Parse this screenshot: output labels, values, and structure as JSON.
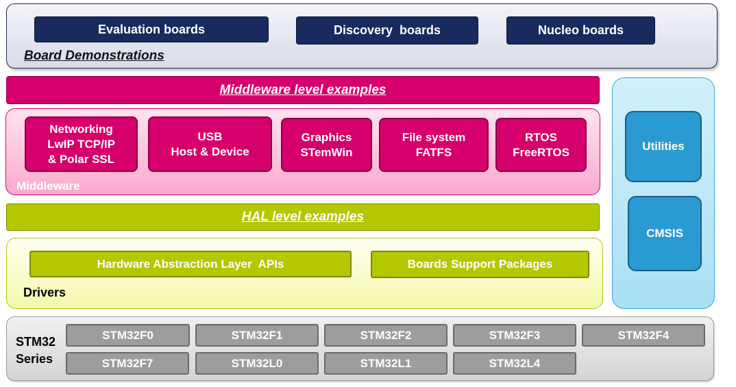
{
  "board_demonstrations": {
    "title": "Board Demonstrations",
    "buttons": [
      "Evaluation boards",
      "Discovery  boards",
      "Nucleo boards"
    ]
  },
  "middleware_examples": {
    "label": "Middleware level examples"
  },
  "middleware": {
    "label": "Middleware",
    "components": [
      {
        "line1": "Networking",
        "line2": "LwIP TCP/IP",
        "line3": "& Polar SSL"
      },
      {
        "line1": "USB",
        "line2": "Host & Device"
      },
      {
        "line1": "Graphics",
        "line2": "STemWin"
      },
      {
        "line1": "File system",
        "line2": "FATFS"
      },
      {
        "line1": "RTOS",
        "line2": "FreeRTOS"
      }
    ]
  },
  "hal_examples": {
    "label": "HAL level examples"
  },
  "drivers": {
    "label": "Drivers",
    "components": [
      "Hardware Abstraction Layer  APIs",
      "Boards Support Packages"
    ]
  },
  "side": {
    "components": [
      "Utilities",
      "CMSIS"
    ]
  },
  "series": {
    "label_line1": "STM32",
    "label_line2": "Series",
    "chips": [
      "STM32F0",
      "STM32F1",
      "STM32F2",
      "STM32F3",
      "STM32F4",
      "STM32F7",
      "STM32L0",
      "STM32L1",
      "STM32L4"
    ]
  },
  "colors": {
    "board_navy": "#182a5e",
    "middleware_magenta": "#d6006d",
    "hal_green": "#b4c800",
    "utilities_blue": "#2a9ad2",
    "series_gray": "#9d9d9d"
  }
}
